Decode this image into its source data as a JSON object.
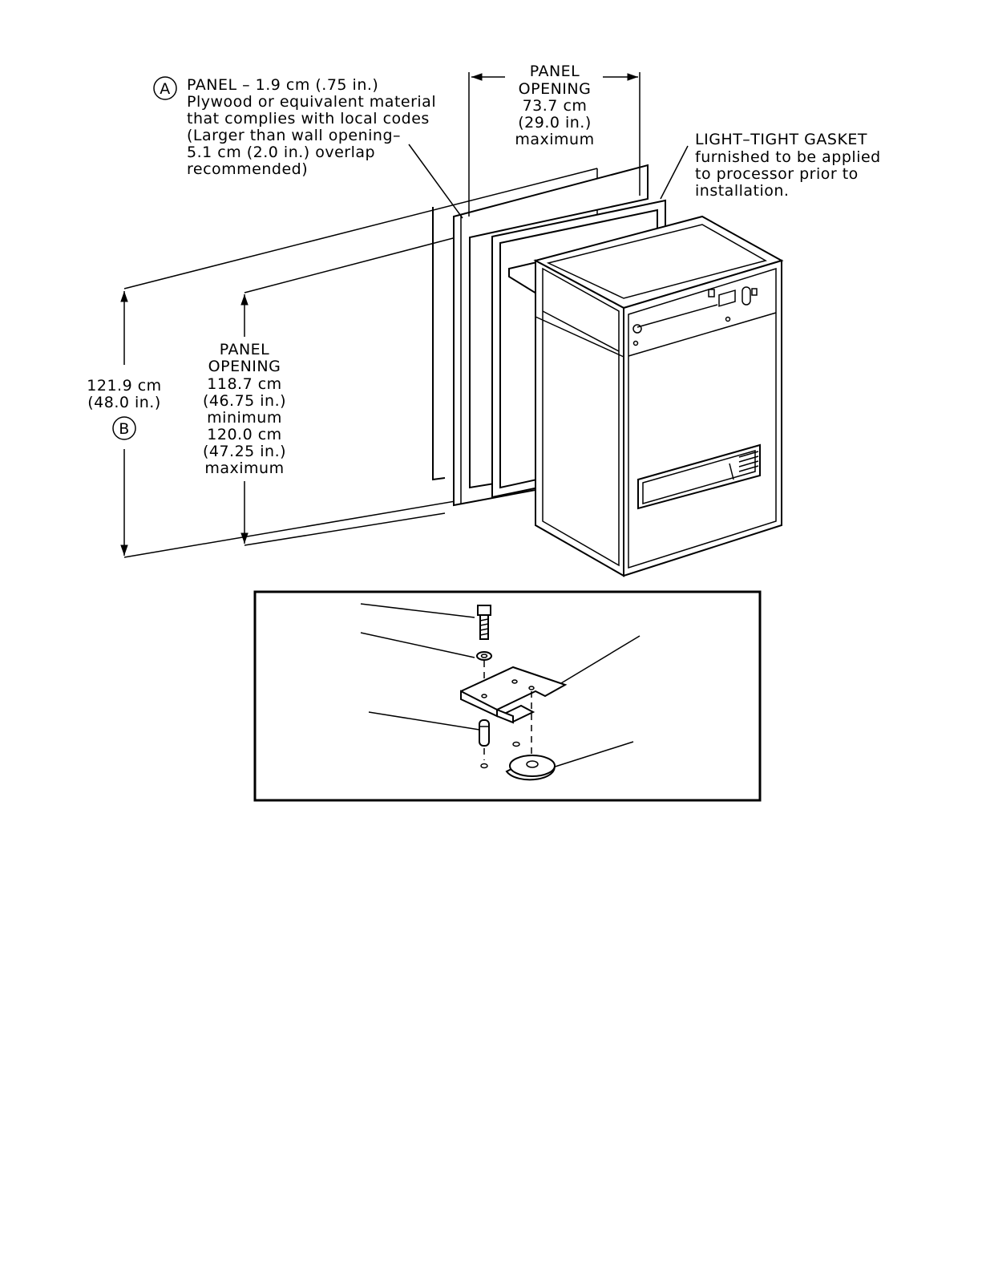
{
  "callout_a": {
    "marker": "A",
    "lines": [
      "PANEL – 1.9 cm (.75 in.)",
      "Plywood or equivalent material",
      "that complies with local codes",
      "(Larger than wall opening–",
      "5.1 cm (2.0 in.) overlap",
      "recommended)"
    ]
  },
  "panel_opening_width": {
    "lines": [
      "PANEL",
      "OPENING",
      "73.7 cm",
      "(29.0 in.)",
      "maximum"
    ]
  },
  "gasket": {
    "lines": [
      "LIGHT–TIGHT GASKET",
      "furnished to be applied",
      "to processor prior to",
      "installation."
    ]
  },
  "overall_height": {
    "lines": [
      "121.9 cm",
      "(48.0 in.)"
    ],
    "marker": "B"
  },
  "panel_opening_height": {
    "lines": [
      "PANEL",
      "OPENING",
      "118.7 cm",
      "(46.75 in.)",
      "minimum",
      "120.0 cm",
      "(47.25 in.)",
      "maximum"
    ]
  }
}
